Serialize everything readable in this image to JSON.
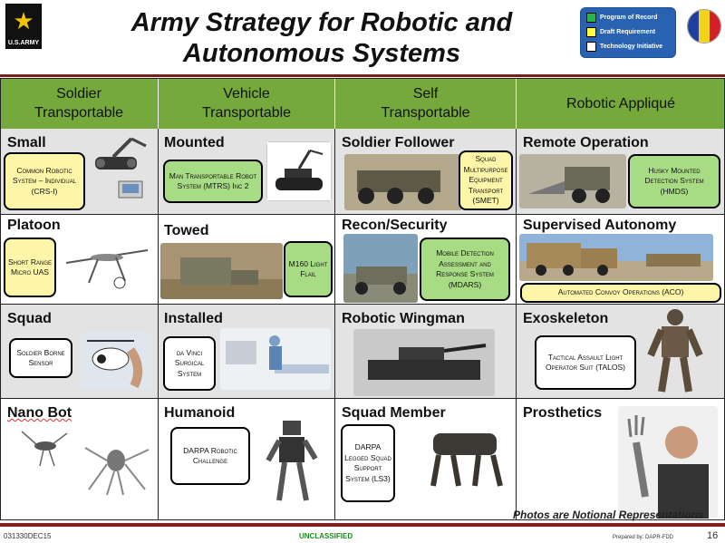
{
  "logo_text": "U.S.ARMY",
  "title": "Army Strategy for Robotic and Autonomous Systems",
  "legend": [
    {
      "label": "Program of Record",
      "color": "#2bb24c"
    },
    {
      "label": "Draft Requirement",
      "color": "#ffff40"
    },
    {
      "label": "Technology Initiative",
      "color": "#ffffff"
    }
  ],
  "columns": [
    {
      "header": "Soldier Transportable"
    },
    {
      "header": "Vehicle Transportable"
    },
    {
      "header": "Self Transportable"
    },
    {
      "header": "Robotic Appliqué"
    }
  ],
  "cells": {
    "c1r1": {
      "label": "Small",
      "box": "Common Robotic System – Individual (CRS-I)"
    },
    "c1r2": {
      "label": "Platoon",
      "box": "Short Range Micro UAS"
    },
    "c1r3": {
      "label": "Squad",
      "box": "Soldier Borne Sensor"
    },
    "c1r4": {
      "label": "Nano Bot"
    },
    "c2r1": {
      "label": "Mounted",
      "box": "Man Transportable Robot System (MTRS) Inc 2"
    },
    "c2r2": {
      "label": "Towed",
      "box": "M160 Light Flail"
    },
    "c2r3": {
      "label": "Installed",
      "box": "da Vinci Surgical System"
    },
    "c2r4": {
      "label": "Humanoid",
      "box": "DARPA Robotic Challenge"
    },
    "c3r1": {
      "label": "Soldier Follower",
      "box": "Squad Multipurpose Equipment Transport (SMET)"
    },
    "c3r2": {
      "label": "Recon/Security",
      "box": "Mobile Detection Assessment and Response System (MDARS)"
    },
    "c3r3": {
      "label": "Robotic Wingman"
    },
    "c3r4": {
      "label": "Squad Member",
      "box": "DARPA Legged Squad Support System (LS3)"
    },
    "c4r1": {
      "label": "Remote Operation",
      "box": "Husky Mounted Detection System (HMDS)"
    },
    "c4r2": {
      "label": "Supervised Autonomy",
      "box": "Automated Convoy Operations (ACO)"
    },
    "c4r3": {
      "label": "Exoskeleton",
      "box": "Tactical Assault Light Operator Suit (TALOS)"
    },
    "c4r4": {
      "label": "Prosthetics"
    }
  },
  "photos_note": "Photos are Notional Representations",
  "footer": {
    "left": "031330DEC15",
    "center": "UNCLASSIFIED",
    "right": "Prepared by: DAPR-FDD",
    "page": "16"
  }
}
